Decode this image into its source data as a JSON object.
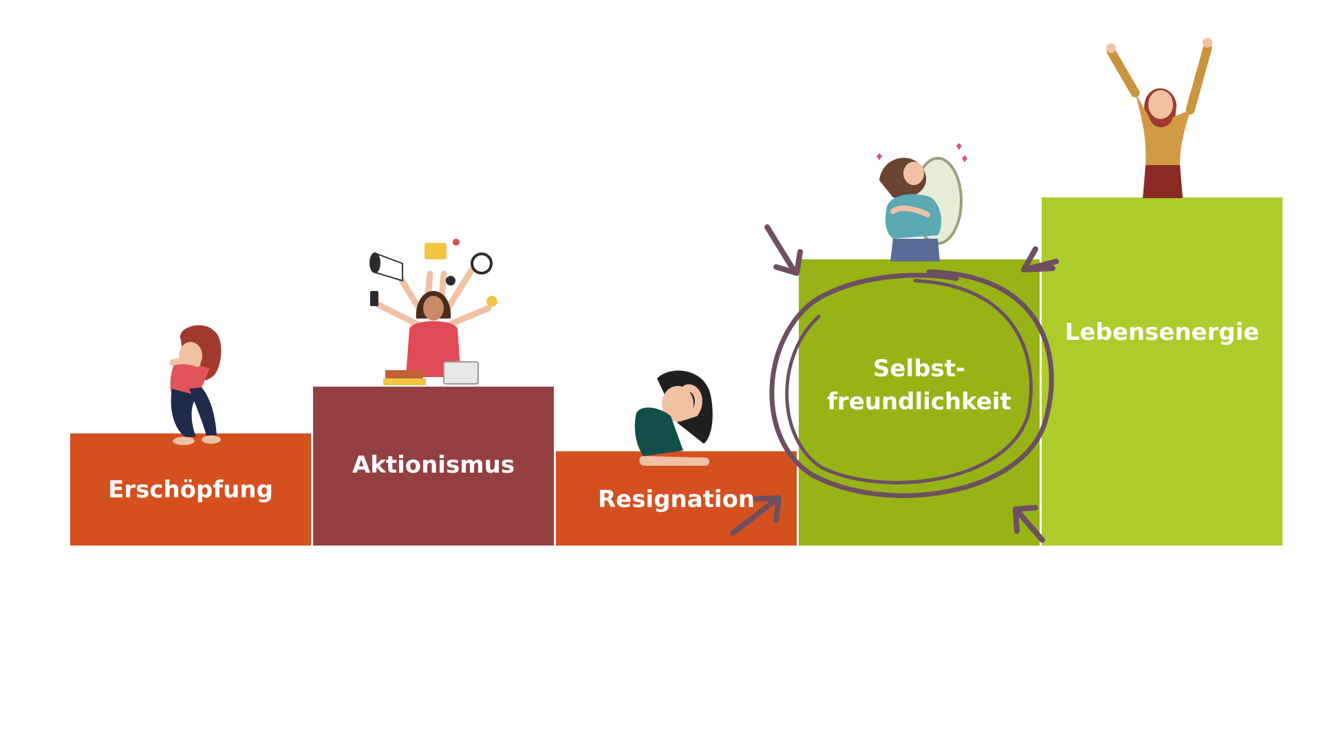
{
  "diagram": {
    "steps": [
      {
        "label": "Erschöpfung",
        "color": "#d5501f",
        "figure": "person-sitting-exhausted"
      },
      {
        "label": "Aktionismus",
        "color": "#944043",
        "figure": "person-multitasking"
      },
      {
        "label": "Resignation",
        "color": "#d5501f",
        "figure": "person-head-in-hand"
      },
      {
        "label": "Selbst-\nfreundlichkeit",
        "color": "#97b315",
        "figure": "person-hugging-mirror",
        "highlight": "circle"
      },
      {
        "label": "Lebensenergie",
        "color": "#adcb2a",
        "figure": "person-cheering"
      }
    ],
    "circle_color": "#6e4f62",
    "arrow_color": "#6e4f62"
  }
}
